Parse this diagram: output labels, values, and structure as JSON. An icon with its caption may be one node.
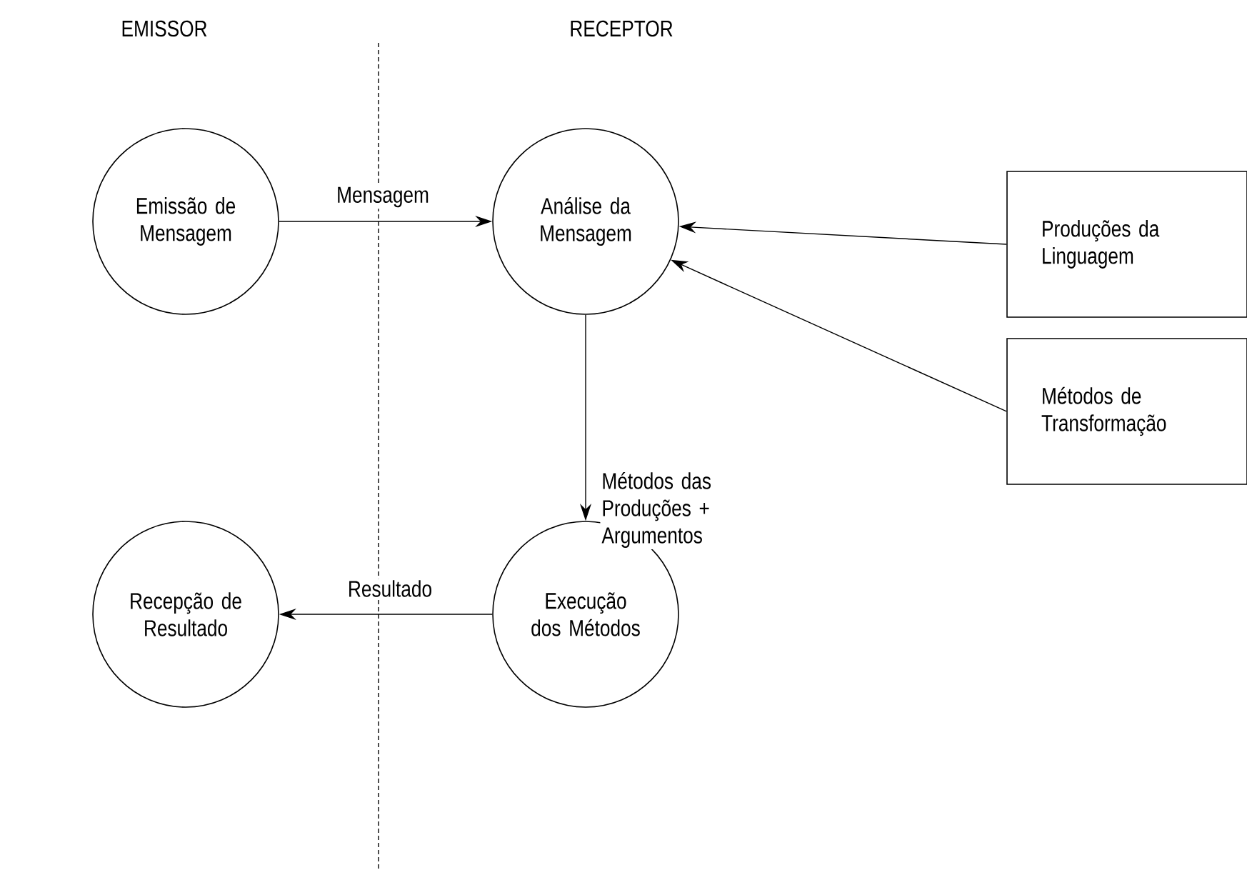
{
  "diagram": {
    "nodes": [
      {
        "text": [
          "Emissão de Mensagem"
        ]
      },
      {
        "text": [
          "Análise da Mensagem"
        ]
      },
      {
        "text": [
          "Produções da Linguagem"
        ]
      },
      {
        "text": [
          "Métodos de Transformação"
        ]
      },
      {
        "text": [
          "Recepção de Resultado"
        ]
      },
      {
        "text": [
          "Execução dos Métodos"
        ]
      }
    ],
    "edges": [
      {
        "from": 0,
        "to": 1,
        "arrow": "to",
        "label": "Mensagem"
      },
      {
        "from": 2,
        "to": 1,
        "arrow": "to"
      },
      {
        "from": 3,
        "to": 1,
        "arrow": "to"
      },
      {
        "from": 1,
        "to": 5,
        "arrow": "to",
        "label": "Métodos das Produções + Argumentos"
      },
      {
        "from": 5,
        "to": 4,
        "arrow": "to",
        "label": "Resultado"
      }
    ],
    "labels": [
      "EMISSOR",
      "RECEPTOR"
    ]
  }
}
